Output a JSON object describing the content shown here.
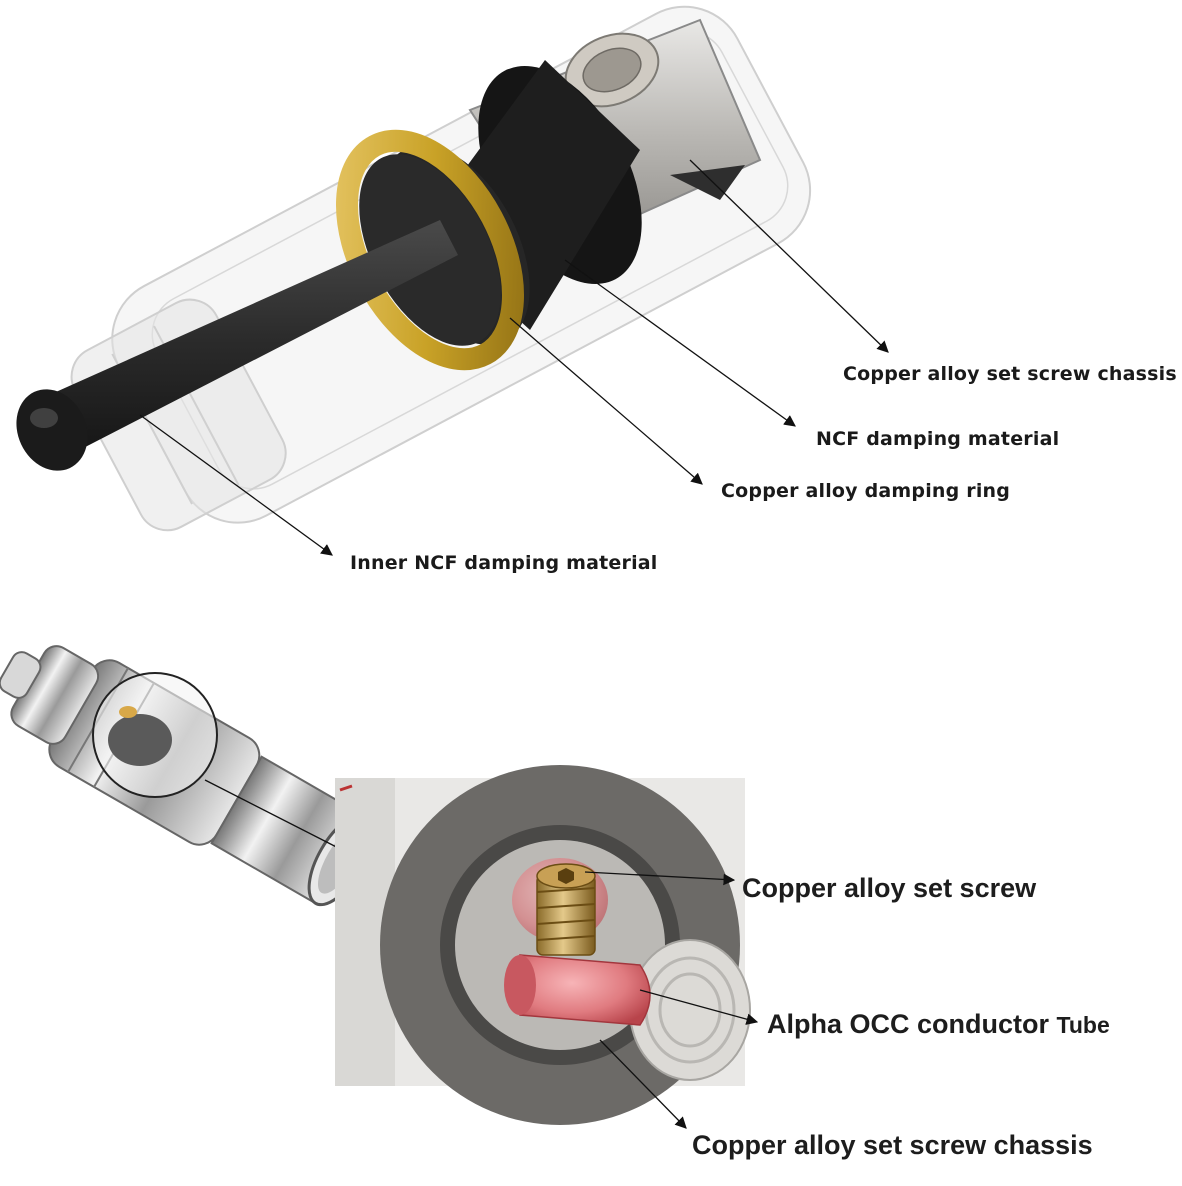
{
  "top_diagram": {
    "labels": {
      "chassis": "Copper alloy set screw chassis",
      "ncf": "NCF damping material",
      "ring": "Copper alloy damping ring",
      "inner_ncf": "Inner NCF damping material"
    }
  },
  "bottom_diagram": {
    "labels": {
      "set_screw": "Copper alloy set screw",
      "tube_main": "Alpha OCC conductor",
      "tube_suffix": "Tube",
      "chassis": "Copper alloy set screw chassis"
    }
  },
  "colors": {
    "brass": "#c9a227",
    "rod": "#2b2b2b",
    "chassis": "#b9b7b3",
    "conductor": "#e07b80",
    "label": "#1a1a1a"
  }
}
